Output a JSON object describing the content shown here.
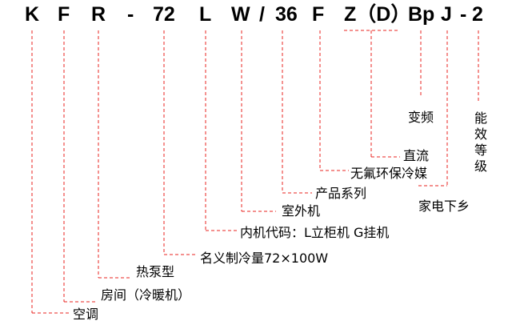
{
  "model_code": {
    "segments": [
      "K",
      "F",
      "R",
      "-",
      "72",
      "L",
      "W",
      "/",
      "36",
      "F",
      "Z（D）",
      "Bp",
      "J",
      "-",
      "2"
    ]
  },
  "labels": {
    "k": "空调",
    "f": "房间（冷暖机）",
    "r": "热泵型",
    "capacity": "名义制冷量72×100W",
    "indoor": "内机代码：L立柜机 G挂机",
    "outdoor": "室外机",
    "series": "产品系列",
    "refrigerant": "无氟环保冷媒",
    "dc": "直流",
    "inverter": "变频",
    "rural": "家电下乡",
    "energy": "能效等级"
  },
  "colors": {
    "leader": "#e8231f",
    "text": "#000000",
    "background": "#ffffff"
  }
}
